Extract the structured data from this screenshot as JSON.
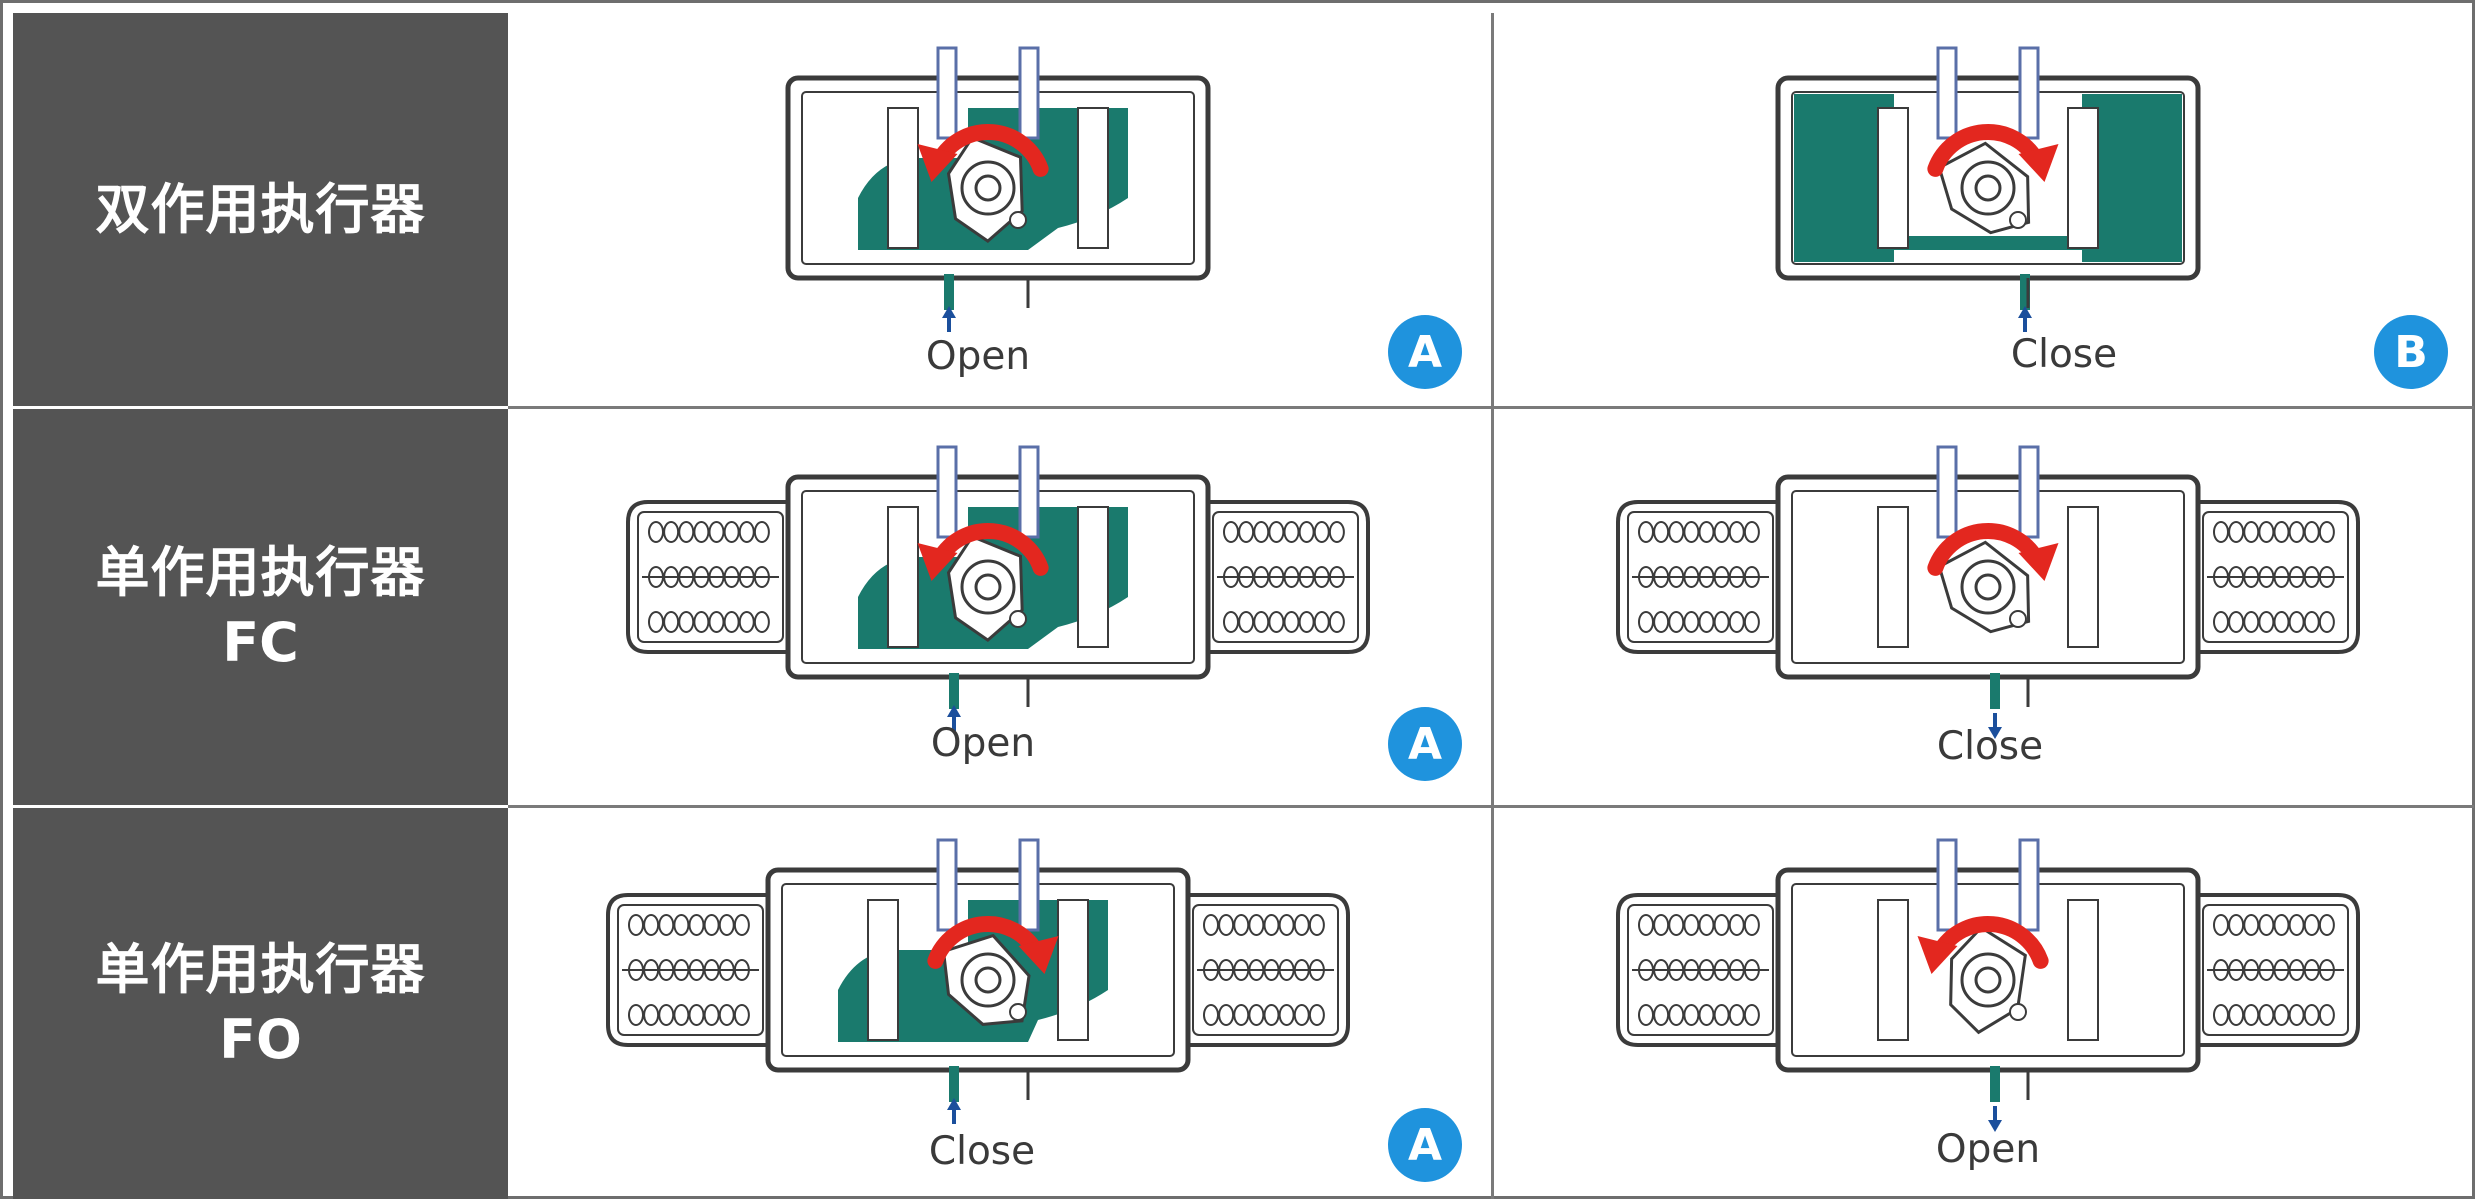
{
  "colors": {
    "label_bg": "#545454",
    "chamber": "#1a7a6d",
    "arrow": "#e3271f",
    "badge": "#1f93dd",
    "flow_arrow": "#1b4f9c"
  },
  "rows": [
    {
      "label_line1": "双作用执行器",
      "label_line2": "",
      "cells": [
        {
          "kind": "double",
          "state": "open-stroke",
          "caption": "Open",
          "badge": "A"
        },
        {
          "kind": "double",
          "state": "close-stroke",
          "caption": "Close",
          "badge": "B"
        }
      ]
    },
    {
      "label_line1": "单作用执行器",
      "label_line2": "FC",
      "cells": [
        {
          "kind": "spring",
          "state": "air-in",
          "caption": "Open",
          "badge": "A"
        },
        {
          "kind": "spring",
          "state": "spring-return",
          "caption": "Close",
          "badge": ""
        }
      ]
    },
    {
      "label_line1": "单作用执行器",
      "label_line2": "FO",
      "cells": [
        {
          "kind": "spring",
          "state": "air-in",
          "caption": "Close",
          "badge": "A"
        },
        {
          "kind": "spring",
          "state": "spring-return",
          "caption": "Open",
          "badge": ""
        }
      ]
    }
  ]
}
